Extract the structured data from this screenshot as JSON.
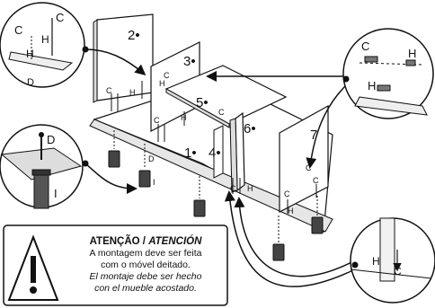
{
  "panel_labels": [
    "1•",
    "2•",
    "3•",
    "4•",
    "5•",
    "6•",
    "7"
  ],
  "hardware_labels": {
    "cam": "C",
    "dowel": "H",
    "screw": "D",
    "foot": "I"
  },
  "warning": {
    "title_pt": "ATENÇÃO",
    "title_separator": " / ",
    "title_es": "ATENCIÓN",
    "text_pt_line1": "A montagem deve ser feita",
    "text_pt_line2": "com o móvel deitado.",
    "text_es_line1": "El montaje debe ser hecho",
    "text_es_line2": "con el mueble acostado.",
    "icon": "warning-triangle-icon"
  }
}
